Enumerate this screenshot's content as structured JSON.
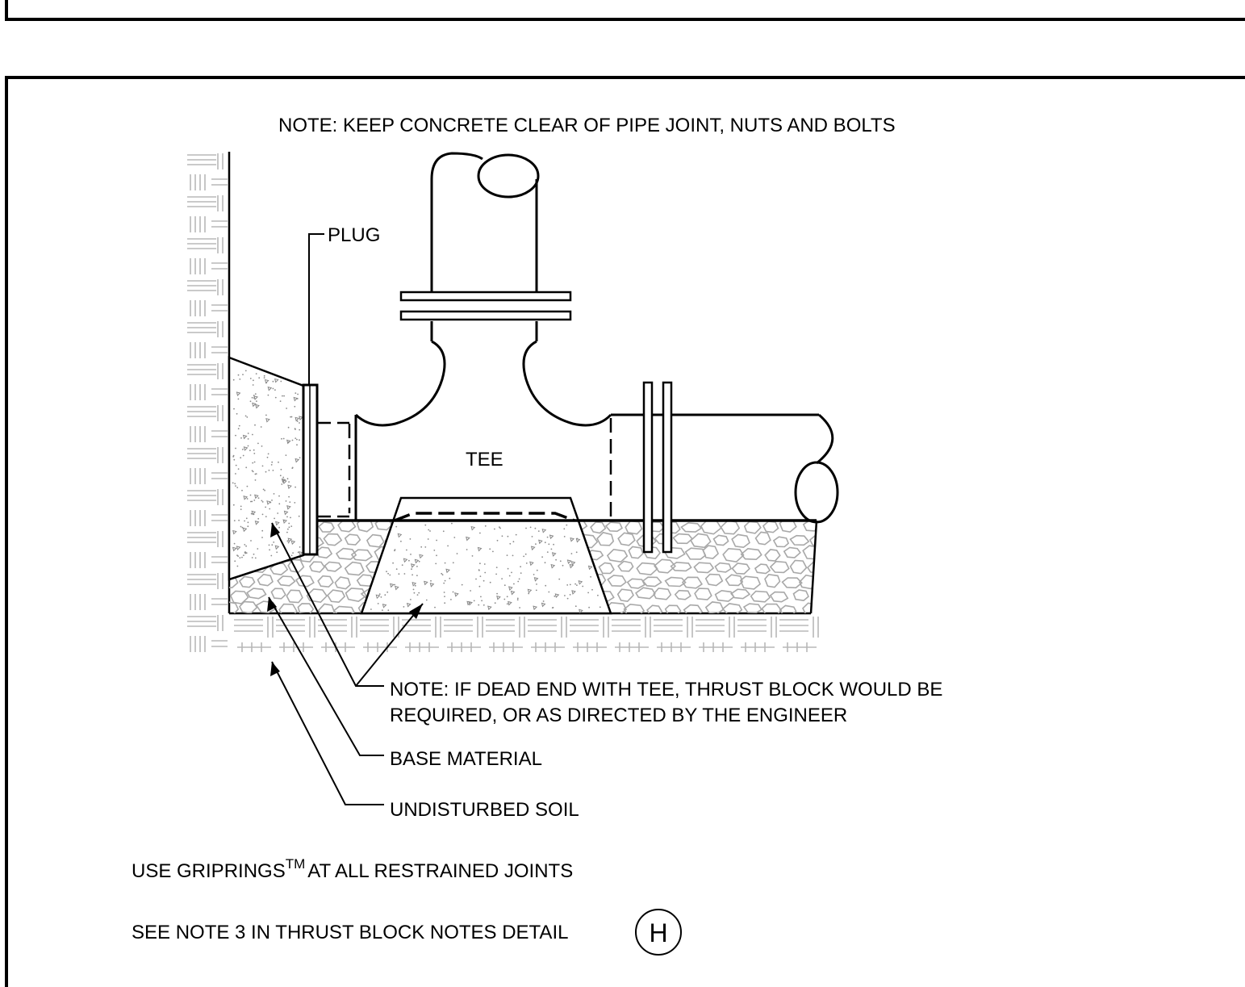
{
  "notes": {
    "top": "NOTE: KEEP CONCRETE CLEAR OF PIPE JOINT, NUTS AND BOLTS",
    "dead_end_line1": "NOTE: IF DEAD END WITH TEE, THRUST BLOCK WOULD BE",
    "dead_end_line2": "REQUIRED, OR AS DIRECTED BY THE ENGINEER",
    "griprings_prefix": "USE GRIPRINGS",
    "griprings_tm": "TM",
    "griprings_suffix": "AT ALL RESTRAINED JOINTS",
    "see_note": "SEE NOTE 3 IN THRUST BLOCK NOTES DETAIL",
    "detail_letter": "H"
  },
  "labels": {
    "plug": "PLUG",
    "tee": "TEE",
    "base_material": "BASE MATERIAL",
    "undisturbed_soil": "UNDISTURBED SOIL"
  }
}
